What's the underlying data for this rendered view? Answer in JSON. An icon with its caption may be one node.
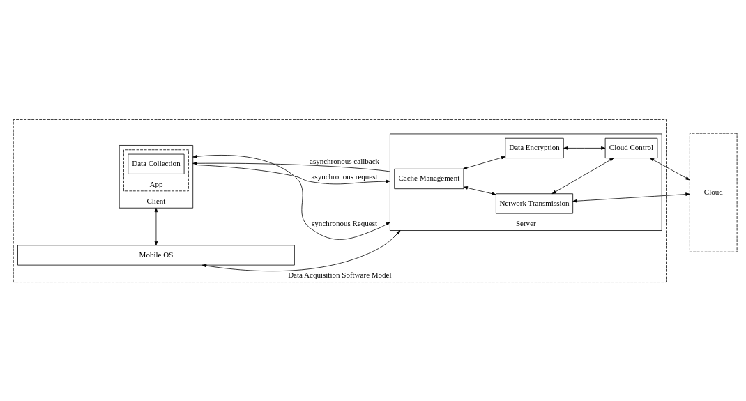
{
  "diagram": {
    "nodes": [
      {
        "text": [
          "Data Acquisition Software Model"
        ]
      },
      {
        "text": [
          "Client"
        ],
        "in": 0
      },
      {
        "text": [
          "App"
        ],
        "in": 1
      },
      {
        "text": [
          "Data Collection"
        ],
        "in": 2
      },
      {
        "text": [
          "Server"
        ],
        "in": 0
      },
      {
        "text": [
          "Cache Management"
        ],
        "in": 4
      },
      {
        "text": [
          "Network Transmission"
        ],
        "in": 4
      },
      {
        "text": [
          "Data Encryption"
        ],
        "in": 4
      },
      {
        "text": [
          "Cloud Control"
        ],
        "in": 4
      },
      {
        "text": [
          "Mobile OS"
        ],
        "in": 0
      },
      {
        "text": [
          "Cloud"
        ]
      }
    ],
    "edges": [
      {
        "from": 1,
        "to": 4,
        "arrow": "both",
        "label": "synchronous Request"
      },
      {
        "from": 1,
        "to": 4,
        "arrow": "to",
        "label": "asynchronous request"
      },
      {
        "from": 4,
        "to": 1,
        "arrow": "to",
        "label": "asynchronous callback"
      },
      {
        "from": 5,
        "to": 6,
        "arrow": "both"
      },
      {
        "from": 5,
        "to": 7,
        "arrow": "both"
      },
      {
        "from": 6,
        "to": 8,
        "arrow": "both"
      },
      {
        "from": 7,
        "to": 8,
        "arrow": "both"
      },
      {
        "from": 6,
        "to": 10,
        "arrow": "both"
      },
      {
        "from": 8,
        "to": 10,
        "arrow": "both"
      },
      {
        "from": 1,
        "to": 9,
        "arrow": "both"
      },
      {
        "from": 4,
        "to": 9,
        "arrow": "both"
      }
    ]
  }
}
